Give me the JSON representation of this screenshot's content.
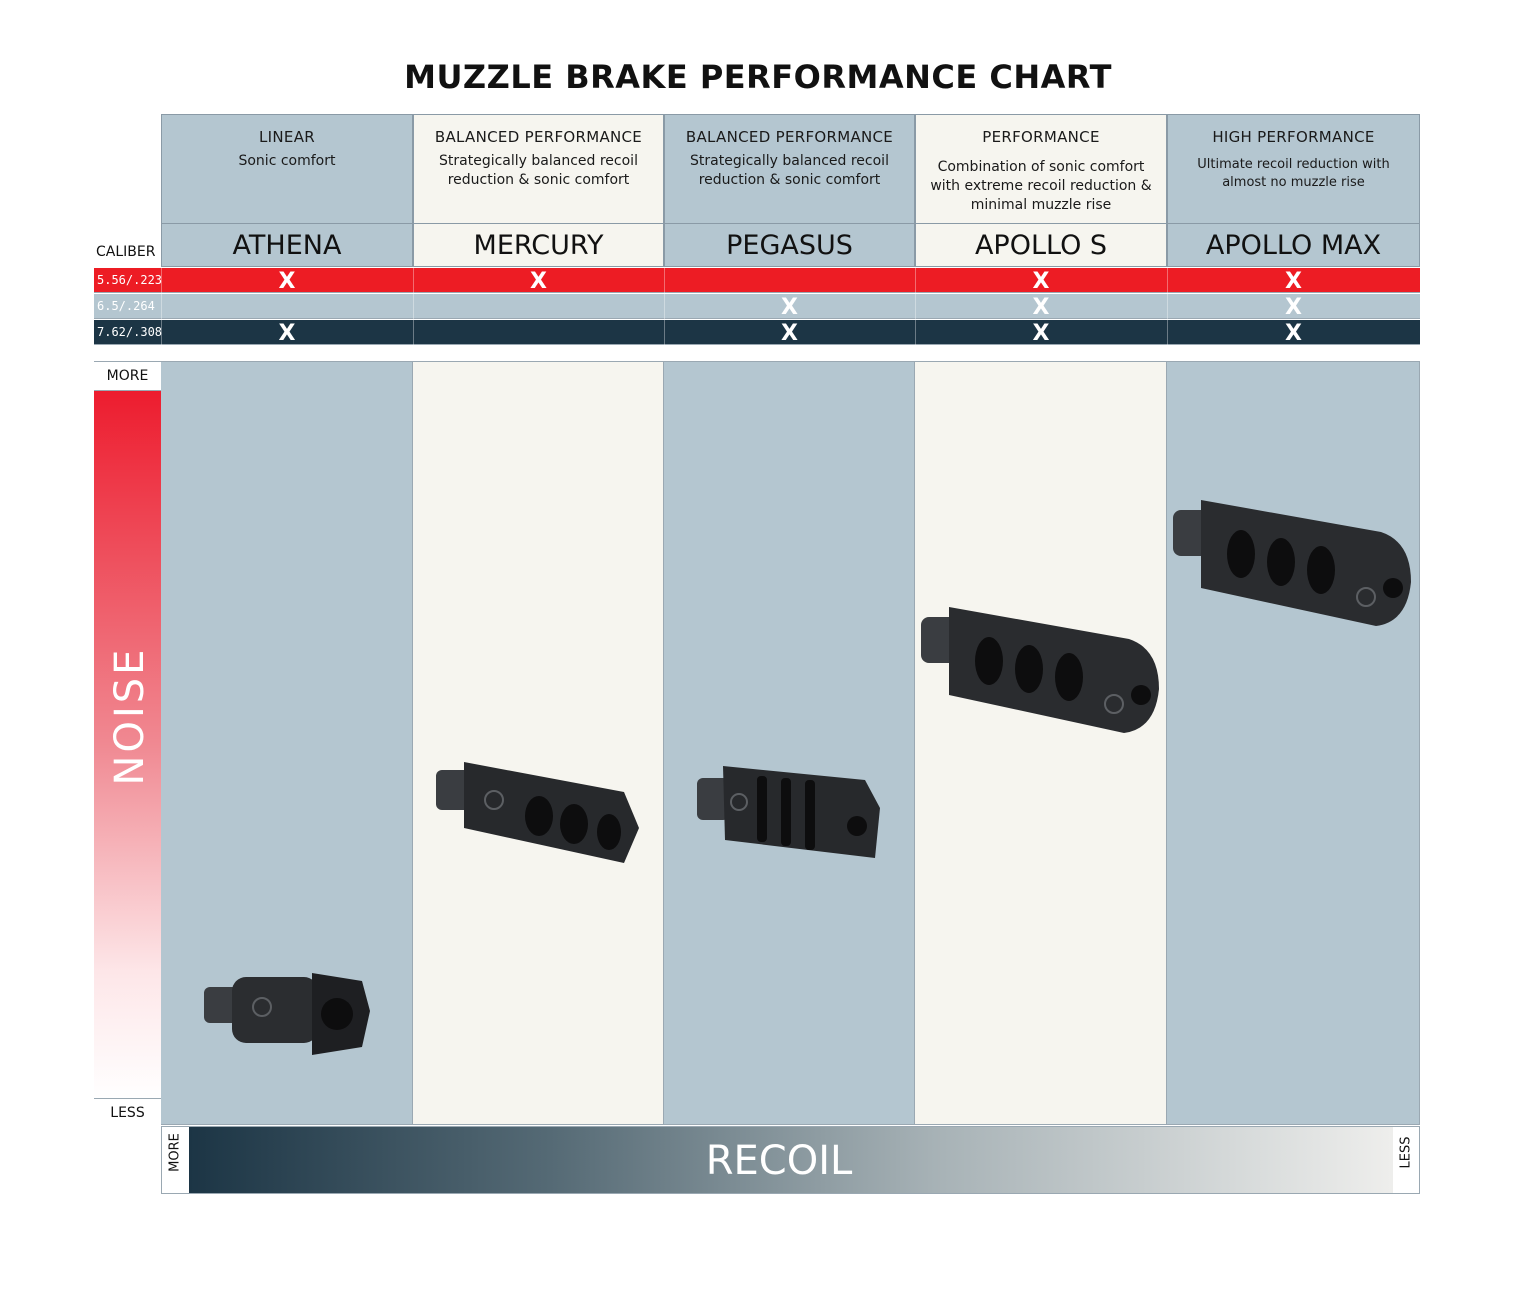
{
  "title": "MUZZLE BRAKE PERFORMANCE CHART",
  "caliber_label": "CALIBER",
  "products": [
    {
      "category": "LINEAR",
      "description": "Sonic comfort",
      "name": "ATHENA"
    },
    {
      "category": "BALANCED PERFORMANCE",
      "description": "Strategically balanced recoil reduction & sonic comfort",
      "name": "MERCURY"
    },
    {
      "category": "BALANCED PERFORMANCE",
      "description": "Strategically balanced recoil reduction & sonic comfort",
      "name": "PEGASUS"
    },
    {
      "category": "PERFORMANCE",
      "description": "Combination of sonic comfort with extreme recoil reduction & minimal muzzle rise",
      "name": "APOLLO S"
    },
    {
      "category": "HIGH PERFORMANCE",
      "description": "Ultimate recoil reduction with almost no muzzle rise",
      "name": "APOLLO MAX"
    }
  ],
  "calibers": [
    {
      "label": "5.56/.223",
      "mark": "X",
      "color": "#ed1c24",
      "text_color": "#ffffff",
      "mark_color": "#ffffff",
      "available": [
        true,
        true,
        false,
        true,
        true
      ]
    },
    {
      "label": "6.5/.264",
      "mark": "X",
      "color": "#b4c6d0",
      "text_color": "#ffffff",
      "mark_color": "#ffffff",
      "available": [
        false,
        false,
        true,
        true,
        true
      ]
    },
    {
      "label": "7.62/.308",
      "mark": "X",
      "color": "#1c3545",
      "text_color": "#ffffff",
      "mark_color": "#ffffff",
      "available": [
        true,
        false,
        true,
        true,
        true
      ]
    }
  ],
  "noise_axis": {
    "label": "NOISE",
    "top": "MORE",
    "bottom": "LESS"
  },
  "recoil_axis": {
    "label": "RECOIL",
    "left": "MORE",
    "right": "LESS"
  },
  "colors": {
    "column_blue": "#b4c6d0",
    "column_cream": "#f6f5ef",
    "noise_red": "#ed1c2e",
    "recoil_dark": "#1c3545"
  },
  "chart_data": {
    "type": "scatter",
    "title": "MUZZLE BRAKE PERFORMANCE CHART",
    "xlabel": "RECOIL",
    "ylabel": "NOISE",
    "x_scale": "ordinal: MORE recoil (left) to LESS recoil (right)",
    "y_scale": "relative: LESS noise (bottom, 0) to MORE noise (top, 1)",
    "points": [
      {
        "name": "ATHENA",
        "x": 1,
        "y": 0.12
      },
      {
        "name": "MERCURY",
        "x": 2,
        "y": 0.4
      },
      {
        "name": "PEGASUS",
        "x": 3,
        "y": 0.4
      },
      {
        "name": "APOLLO S",
        "x": 4,
        "y": 0.6
      },
      {
        "name": "APOLLO MAX",
        "x": 5,
        "y": 0.75
      }
    ]
  }
}
